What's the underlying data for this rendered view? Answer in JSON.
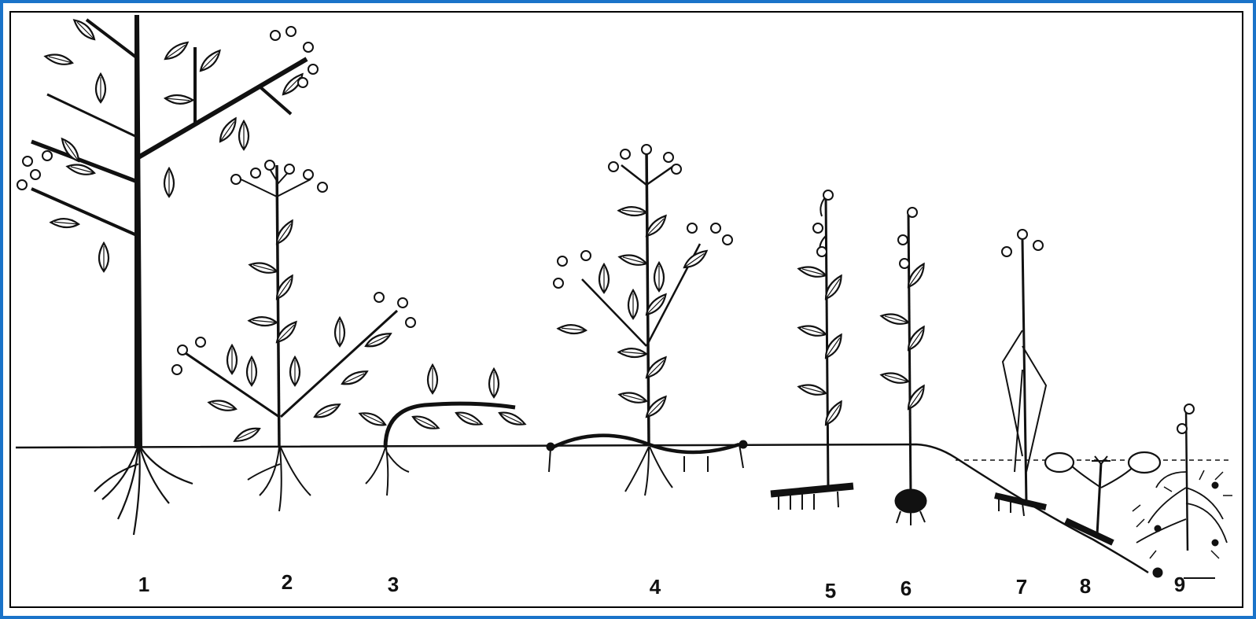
{
  "frame_color": "#1a73c9",
  "ink_color": "#111111",
  "figure": {
    "plants": [
      {
        "id": 1,
        "label": "1",
        "form": "tree"
      },
      {
        "id": 2,
        "label": "2",
        "form": "taproot herb"
      },
      {
        "id": 3,
        "label": "3",
        "form": "creeping stem"
      },
      {
        "id": 4,
        "label": "4",
        "form": "stolon plant"
      },
      {
        "id": 5,
        "label": "5",
        "form": "rhizome plant"
      },
      {
        "id": 6,
        "label": "6",
        "form": "tuber plant"
      },
      {
        "id": 7,
        "label": "7",
        "form": "marsh plant"
      },
      {
        "id": 8,
        "label": "8",
        "form": "floating-leaf aquatic"
      },
      {
        "id": 9,
        "label": "9",
        "form": "submerged aquatic"
      }
    ]
  }
}
